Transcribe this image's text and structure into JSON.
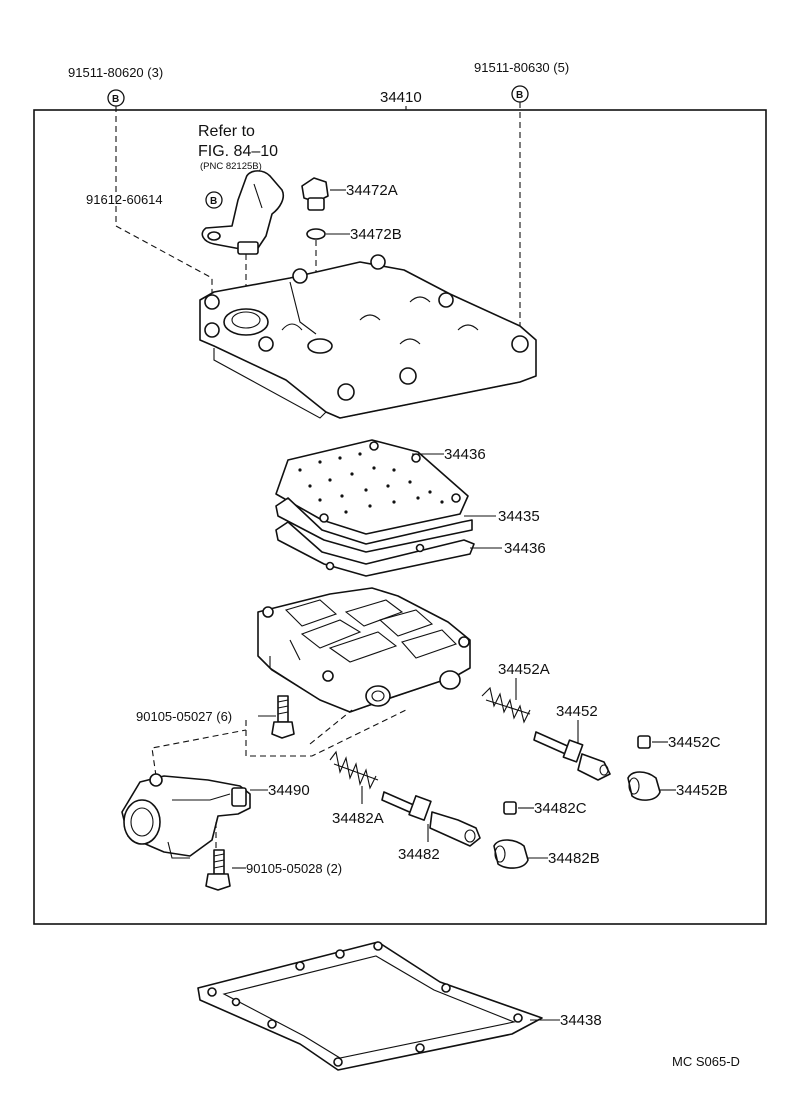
{
  "labels": {
    "main_assembly": "34410",
    "bolt_left": "91511-80620 (3)",
    "bolt_right": "91511-80630 (5)",
    "badge_letter": "B",
    "refer_line1": "Refer to",
    "refer_line2": "FIG. 84–10",
    "refer_line3": "(PNC 82125B)",
    "sensor_bolt": "91612-60614",
    "plug": "34472A",
    "oring": "34472B",
    "plate_top": "34436",
    "plate_mid": "34435",
    "plate_bottom": "34436",
    "spring_right": "34452A",
    "valve_right": "34452",
    "retainer_c_right": "34452C",
    "plug_b_right": "34452B",
    "bolt_6": "90105-05027 (6)",
    "solenoid": "34490",
    "spring_left": "34482A",
    "retainer_c_left": "34482C",
    "valve_left": "34482",
    "plug_b_left": "34482B",
    "bolt_2": "90105-05028 (2)",
    "gasket": "34438",
    "footer_code": "MC S065-D"
  }
}
